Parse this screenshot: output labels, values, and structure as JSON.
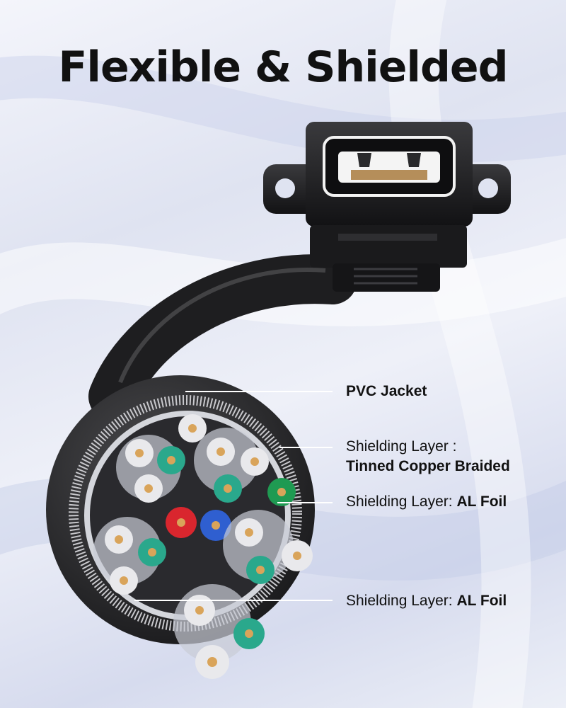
{
  "title": "Flexible & Shielded",
  "colors": {
    "title": "#111111",
    "connector": "#1c1c1e",
    "jacket": "#2a2a2c",
    "wire_red": "#d9262e",
    "wire_blue": "#2f5fd0",
    "wire_green": "#1f9a52",
    "wire_teal": "#2aa88c",
    "wire_white": "#e9e9ec",
    "copper_core": "#d9a45a"
  },
  "labels": {
    "pvc_jacket": "PVC Jacket",
    "braid_prefix": "Shielding Layer :",
    "braid_value": "Tinned Copper Braided",
    "foil1_prefix": "Shielding Layer:",
    "foil1_value": "AL Foil",
    "foil2_prefix": "Shielding Layer:",
    "foil2_value": "AL Foil"
  }
}
